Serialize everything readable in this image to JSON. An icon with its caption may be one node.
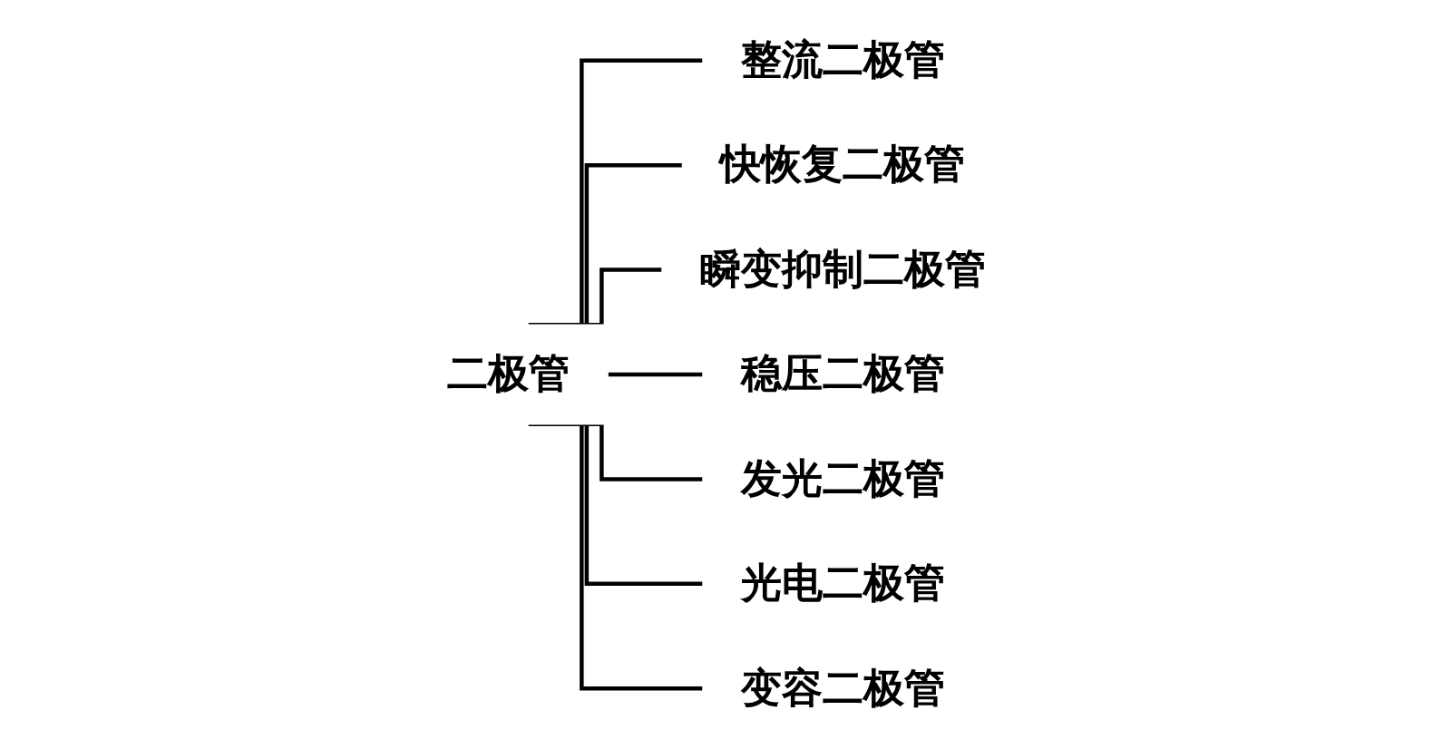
{
  "diagram": {
    "nodes": [
      {
        "text": [
          "二极管"
        ]
      },
      {
        "text": [
          "整流二极管"
        ]
      },
      {
        "text": [
          "快恢复二极管"
        ]
      },
      {
        "text": [
          "瞬变抑制二极管"
        ]
      },
      {
        "text": [
          "稳压二极管"
        ]
      },
      {
        "text": [
          "发光二极管"
        ]
      },
      {
        "text": [
          "光电二极管"
        ]
      },
      {
        "text": [
          "变容二极管"
        ]
      }
    ],
    "edges": [
      {
        "from": 0,
        "to": 1,
        "arrow": "none"
      },
      {
        "from": 0,
        "to": 2,
        "arrow": "none"
      },
      {
        "from": 0,
        "to": 3,
        "arrow": "none"
      },
      {
        "from": 0,
        "to": 4,
        "arrow": "none"
      },
      {
        "from": 0,
        "to": 5,
        "arrow": "none"
      },
      {
        "from": 0,
        "to": 6,
        "arrow": "none"
      },
      {
        "from": 0,
        "to": 7,
        "arrow": "none"
      }
    ]
  }
}
